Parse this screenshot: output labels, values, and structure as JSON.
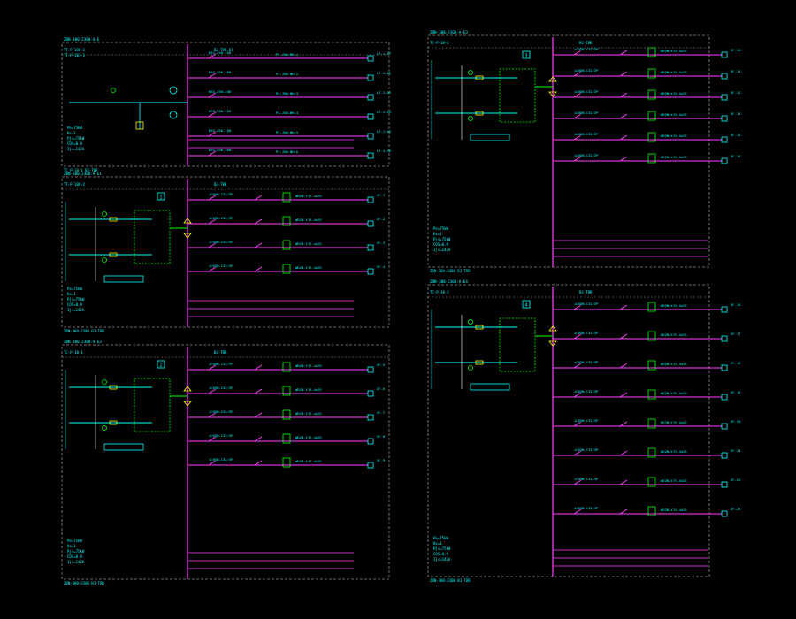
{
  "colors": {
    "background": "#000000",
    "feeder_line": "#ff40ff",
    "annotation": "#00ffff",
    "frame_dashed": "#8a8a8a",
    "component": "#00ff00",
    "label_yellow": "#ffff00",
    "white_wire": "#ffffff"
  },
  "panels": [
    {
      "id": "panel-1",
      "header": "ZBN-300-2300-A-E",
      "feeds": [
        "TT-P-100-1",
        "TT-P-101-1"
      ],
      "top_label": "BJ-TBR-01",
      "feeder_labels": [
        "P1-JSW-NH-1",
        "P1-JSW-NH-2",
        "P1-JSW-NH-3",
        "P1-JSW-NH-4",
        "P1-JSW-NH-5",
        "P1-JSW-NH-6"
      ],
      "breaker_labels": [
        "NSX-250-100",
        "NSX-250-100",
        "NSX-250-100",
        "NSX-250-100",
        "NSX-250-100",
        "NSX-250-100"
      ],
      "load_labels": [
        "LT-1-01",
        "LT-1-02",
        "LT-1-03",
        "LT-1-04",
        "LT-1-05",
        "LT-1-06"
      ],
      "notes": [
        "Pe=75kW",
        "Kx=1",
        "Pjs=75kW",
        "COS=0.9",
        "Ijs=142A"
      ],
      "footer": "TC-P-10-1 BJ-TBR"
    },
    {
      "id": "panel-2",
      "header": "ZBN-300-2300-A-E1",
      "feeds": [
        "TT-P-100-2"
      ],
      "top_label": "BJ-TBR",
      "marker": "1",
      "feeder_labels": [
        "WDZN-YJY-4x25",
        "WDZN-YJY-4x25",
        "WDZN-YJY-4x25",
        "WDZN-YJY-4x25"
      ],
      "breaker_labels": [
        "iC65N-C32/3P",
        "iC65N-C32/3P",
        "iC65N-C32/3P",
        "iC65N-C32/3P"
      ],
      "load_labels": [
        "XF-1",
        "XF-2",
        "XF-3",
        "XF-4"
      ],
      "notes": [
        "Pe=75kW",
        "Kx=1",
        "Pjs=75kW",
        "COS=0.9",
        "Ijs=142A"
      ],
      "footer": "ZBN-300-2300 BJ-TBR"
    },
    {
      "id": "panel-3",
      "header": "ZBN-300-2300-A-E2",
      "feeds": [
        "TC-P-10-1"
      ],
      "top_label": "BJ-TBR",
      "marker": "2",
      "feeder_labels": [
        "WDZN-YJY-4x25",
        "WDZN-YJY-4x25",
        "WDZN-YJY-4x25",
        "WDZN-YJY-4x25",
        "WDZN-YJY-4x25"
      ],
      "breaker_labels": [
        "iC65N-C32/3P",
        "iC65N-C32/3P",
        "iC65N-C32/3P",
        "iC65N-C32/3P",
        "iC65N-C32/3P"
      ],
      "load_labels": [
        "XF-5",
        "XF-6",
        "XF-7",
        "XF-8",
        "XF-9"
      ],
      "notes": [
        "Pe=75kW",
        "Kx=1",
        "Pjs=75kW",
        "COS=0.9",
        "Ijs=142A"
      ],
      "footer": "ZBN-300-2300 BJ-TBR"
    },
    {
      "id": "panel-4",
      "header": "ZBN-300-2300-A-E3",
      "feeds": [
        "TC-P-10-2"
      ],
      "top_label": "BJ-TBR",
      "marker": "3",
      "feeder_labels": [
        "WDZN-YJY-4x25",
        "WDZN-YJY-4x25",
        "WDZN-YJY-4x25",
        "WDZN-YJY-4x25",
        "WDZN-YJY-4x25",
        "WDZN-YJY-4x25"
      ],
      "breaker_labels": [
        "iC65N-C32/3P",
        "iC65N-C32/3P",
        "iC65N-C32/3P",
        "iC65N-C32/3P",
        "iC65N-C32/3P",
        "iC65N-C32/3P"
      ],
      "load_labels": [
        "XF-10",
        "XF-11",
        "XF-12",
        "XF-13",
        "XF-14",
        "XF-15"
      ],
      "notes": [
        "Pe=75kW",
        "Kx=1",
        "Pjs=75kW",
        "COS=0.9",
        "Ijs=142A"
      ],
      "footer": "ZBN-300-2300 BJ-TBR"
    },
    {
      "id": "panel-5",
      "header": "ZBN-300-2300-A-E4",
      "feeds": [
        "TC-P-10-3"
      ],
      "top_label": "BJ-TBR",
      "marker": "4",
      "feeder_labels": [
        "WDZN-YJY-4x25",
        "WDZN-YJY-4x25",
        "WDZN-YJY-4x25",
        "WDZN-YJY-4x25",
        "WDZN-YJY-4x25",
        "WDZN-YJY-4x25",
        "WDZN-YJY-4x25",
        "WDZN-YJY-4x25"
      ],
      "breaker_labels": [
        "iC65N-C32/3P",
        "iC65N-C32/3P",
        "iC65N-C32/3P",
        "iC65N-C32/3P",
        "iC65N-C32/3P",
        "iC65N-C32/3P",
        "iC65N-C32/3P",
        "iC65N-C32/3P"
      ],
      "load_labels": [
        "XF-16",
        "XF-17",
        "XF-18",
        "XF-19",
        "XF-20",
        "XF-21",
        "XF-22",
        "XF-23"
      ],
      "notes": [
        "Pe=75kW",
        "Kx=1",
        "Pjs=75kW",
        "COS=0.9",
        "Ijs=142A"
      ],
      "footer": "ZBN-300-2300 BJ-TBR"
    }
  ]
}
